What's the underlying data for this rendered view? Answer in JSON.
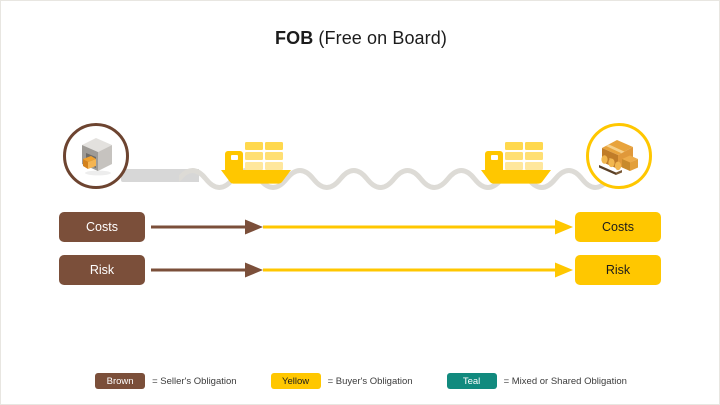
{
  "title": {
    "term": "FOB",
    "expansion": " (Free on Board)"
  },
  "scene": {
    "origin_node": {
      "icon": "warehouse-icon",
      "ring_color": "#6d4430"
    },
    "destination_node": {
      "icon": "pallet-boxes-icon",
      "ring_color": "#ffc700"
    },
    "ships": [
      {
        "icon": "container-ship-icon",
        "color": "#ffc700"
      },
      {
        "icon": "container-ship-icon",
        "color": "#ffc700"
      }
    ],
    "dock_bar_color": "#d7d7d7",
    "water_color": "#dddbd6"
  },
  "flows": [
    {
      "id": "costs",
      "left_label": "Costs",
      "right_label": "Costs",
      "seller_color": "#7b4f3a",
      "buyer_color": "#ffc700",
      "handover_fraction": 0.245
    },
    {
      "id": "risk",
      "left_label": "Risk",
      "right_label": "Risk",
      "seller_color": "#7b4f3a",
      "buyer_color": "#ffc700",
      "handover_fraction": 0.245
    }
  ],
  "legend": {
    "items": [
      {
        "swatch_label": "Brown",
        "description": "= Seller's Obligation",
        "color": "#7b4f3a"
      },
      {
        "swatch_label": "Yellow",
        "description": "= Buyer's Obligation",
        "color": "#ffc700"
      },
      {
        "swatch_label": "Teal",
        "description": "= Mixed or Shared Obligation",
        "color": "#118a7e"
      }
    ]
  }
}
